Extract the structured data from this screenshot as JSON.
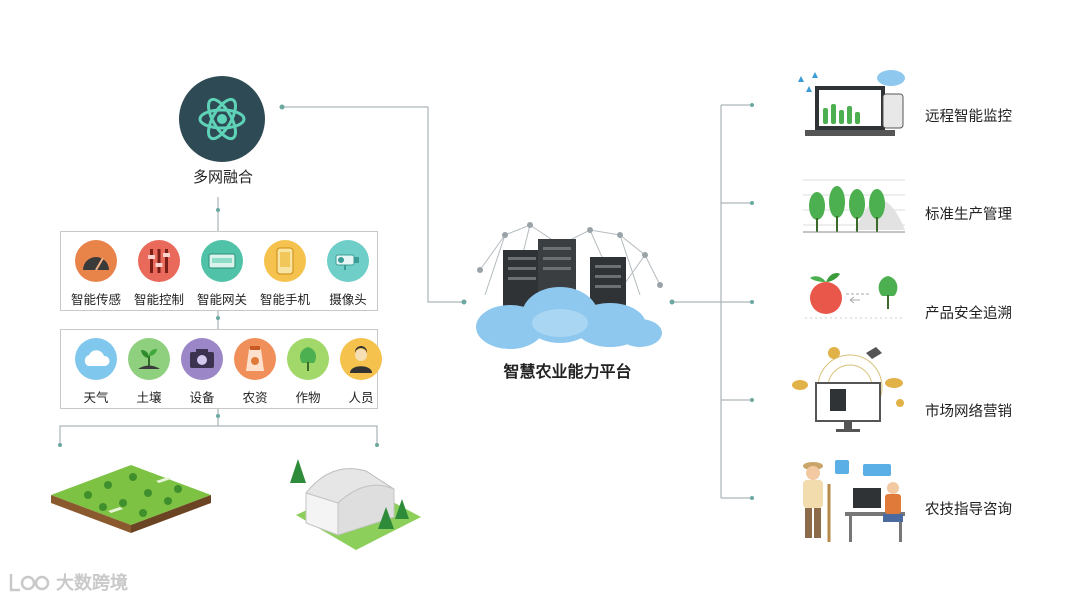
{
  "hub": {
    "label": "多网融合",
    "icon": "atom-icon"
  },
  "devices": [
    {
      "label": "智能传感",
      "icon": "gauge-icon",
      "color": "#e8844a"
    },
    {
      "label": "智能控制",
      "icon": "slider-control-icon",
      "color": "#e96a5b"
    },
    {
      "label": "智能网关",
      "icon": "gateway-icon",
      "color": "#4fc2a8"
    },
    {
      "label": "智能手机",
      "icon": "phone-icon",
      "color": "#f5c24e"
    },
    {
      "label": "摄像头",
      "icon": "camera-icon",
      "color": "#6fcfc8"
    }
  ],
  "resources": [
    {
      "label": "天气",
      "icon": "cloud-icon",
      "color": "#7fc7ec"
    },
    {
      "label": "土壤",
      "icon": "sprout-icon",
      "color": "#8fd07f"
    },
    {
      "label": "设备",
      "icon": "device-icon",
      "color": "#9b86c7"
    },
    {
      "label": "农资",
      "icon": "fertilizer-bag-icon",
      "color": "#f08f5a"
    },
    {
      "label": "作物",
      "icon": "tree-icon",
      "color": "#a2d86a"
    },
    {
      "label": "人员",
      "icon": "person-icon",
      "color": "#f5c24e"
    }
  ],
  "platform": {
    "label": "智慧农业能力平台",
    "icon": "cloud-server-icon"
  },
  "services": [
    {
      "label": "远程智能监控",
      "icon": "remote-monitor-icon"
    },
    {
      "label": "标准生产管理",
      "icon": "production-chart-icon"
    },
    {
      "label": "产品安全追溯",
      "icon": "traceability-icon"
    },
    {
      "label": "市场网络营销",
      "icon": "marketing-icon"
    },
    {
      "label": "农技指导咨询",
      "icon": "consultation-icon"
    }
  ],
  "scenes": [
    {
      "icon": "farm-field-icon"
    },
    {
      "icon": "greenhouse-icon"
    }
  ],
  "watermark": "大数跨境"
}
